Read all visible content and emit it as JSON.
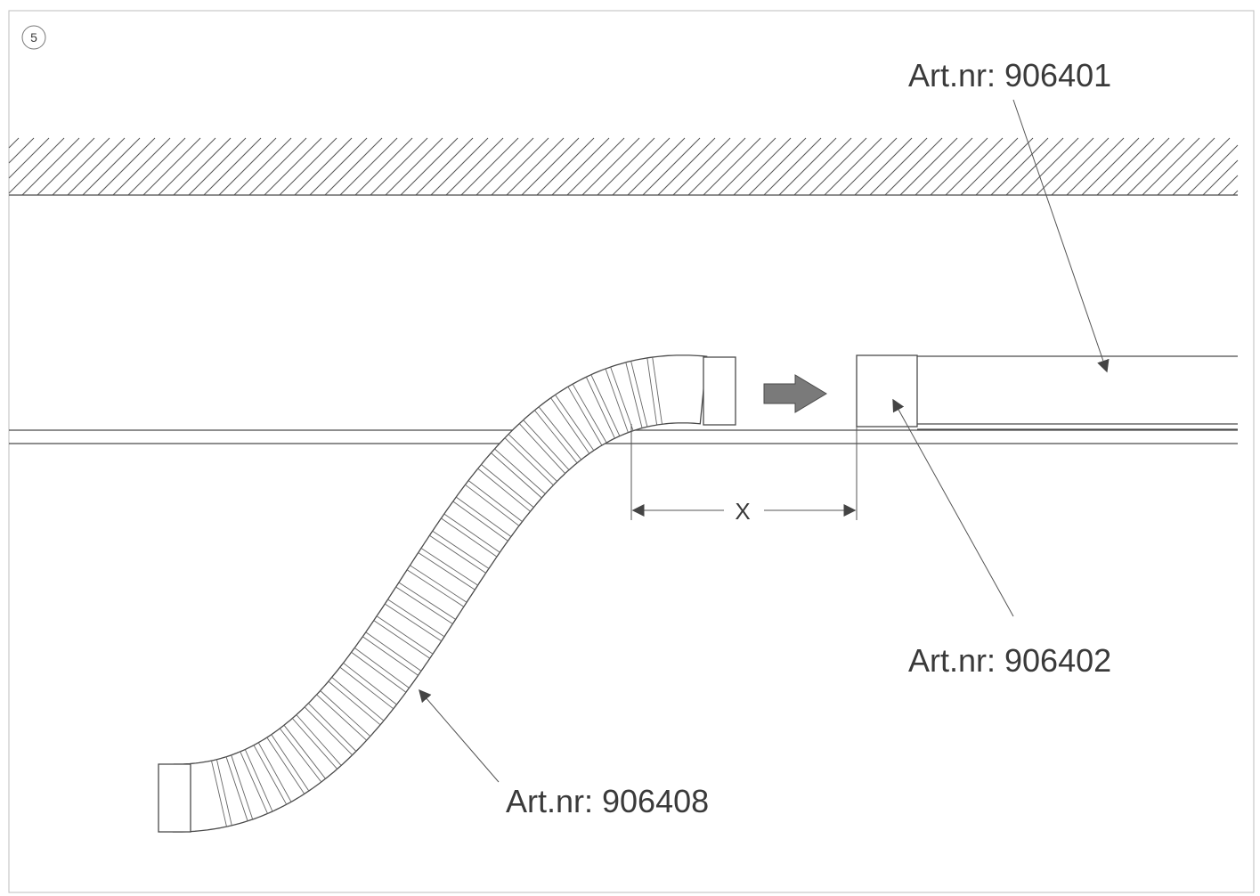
{
  "step": {
    "number": "5"
  },
  "labels": {
    "top_part": "Art.nr: 906401",
    "middle_part": "Art.nr: 906402",
    "bottom_part": "Art.nr: 906408"
  },
  "dimension": {
    "label": "X"
  }
}
